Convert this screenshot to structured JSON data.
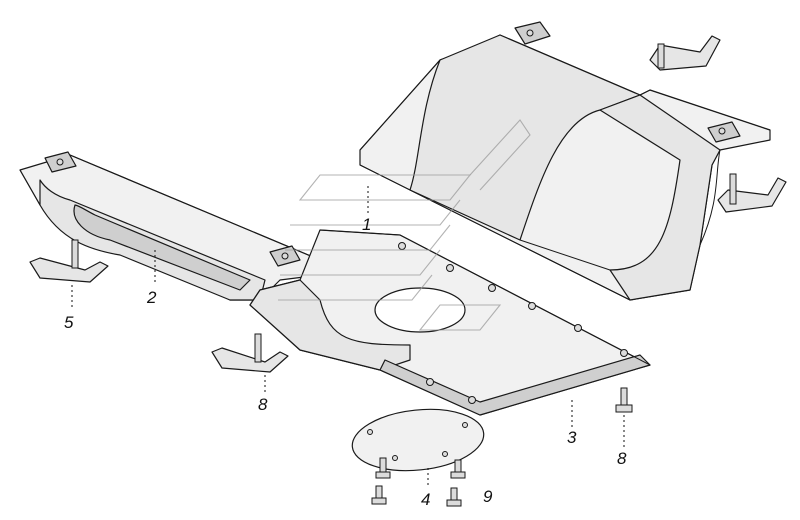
{
  "callouts": {
    "c1": "1",
    "c2": "2",
    "c3": "3",
    "c4": "4",
    "c5": "5",
    "c8a": "8",
    "c8b": "8",
    "c9": "9"
  },
  "colors": {
    "line": "#1a1a1a",
    "fill": "#e6e6e6",
    "watermark": "#9a9a9a",
    "background": "#ffffff"
  },
  "icons": {
    "watermark": "company-logo-watermark"
  }
}
